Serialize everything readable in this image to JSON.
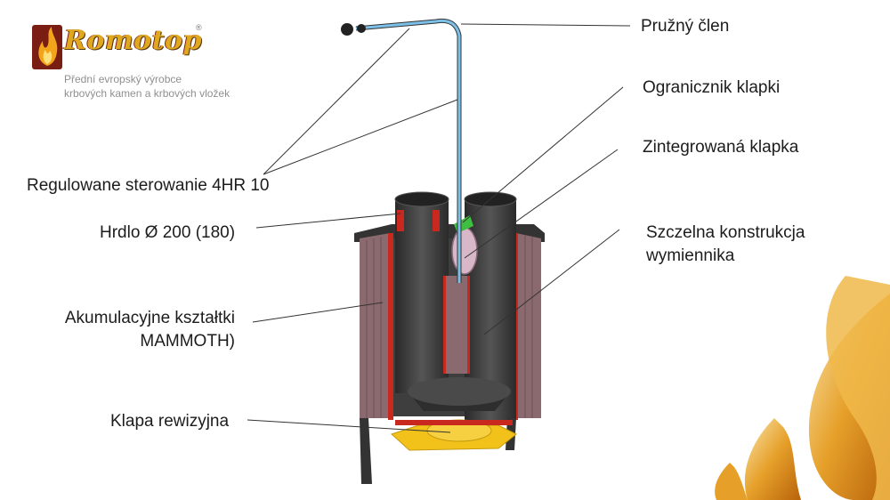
{
  "logo": {
    "brand": "Romotop",
    "registered": "®",
    "tagline_line1": "Přední evropský výrobce",
    "tagline_line2": "krbových kamen a krbových vložek"
  },
  "labels": {
    "pruzny_clen": "Pružný člen",
    "ogranicznik": "Ogranicznik  klapki",
    "zintegrowana": "Zintegrowaná klapka",
    "regulowane": "Regulowane sterowanie  4HR 10",
    "hrdlo": "Hrdlo Ø 200 (180)",
    "szczelna_line1": "Szczelna konstrukcja",
    "szczelna_line2": "wymiennika",
    "akumulacyjne_line1": "Akumulacyjne kształtki",
    "akumulacyjne_line2": "MAMMOTH)",
    "klapa": "Klapa rewizyjna"
  },
  "colors": {
    "body_dark": "#3a3a3a",
    "brick": "#8a6a6e",
    "accent_red": "#c8281e",
    "yellow": "#f2c21a",
    "rod_blue": "#7cc0e8",
    "valve_green": "#3fbf3f",
    "flame_orange": "#e08a10"
  }
}
